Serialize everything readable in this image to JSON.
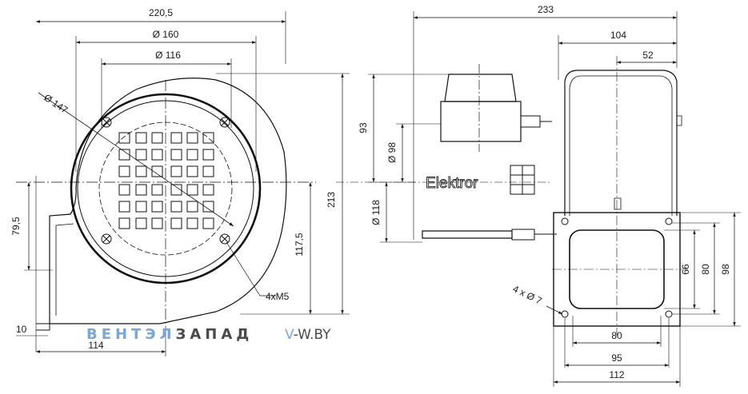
{
  "front_view": {
    "dim_width": "220,5",
    "dim_d160": "Ø 160",
    "dim_d116": "Ø 116",
    "dim_d147": "Ø 147",
    "dim_height": "213",
    "dim_79": "79,5",
    "dim_117": "117,5",
    "dim_screws": "4xM5",
    "dim_10": "10",
    "dim_114": "114"
  },
  "side_view": {
    "dim_233": "233",
    "dim_104": "104",
    "dim_52": "52",
    "dim_93": "93",
    "dim_d98": "Ø 98",
    "dim_d118": "Ø 118",
    "dim_66": "66",
    "dim_80v": "80",
    "dim_98": "98",
    "dim_holes": "4 x Ø 7",
    "dim_80h": "80",
    "dim_95": "95",
    "dim_112": "112",
    "brand_label": "Elektror"
  },
  "watermark": {
    "part1": "ВЕНТЭЛ",
    "part2": "ЗАПАД",
    "site_v": "V",
    "site_rest": "-W.BY",
    "color_light": "#7aa7d6",
    "color_dark": "#4a4a4a"
  }
}
